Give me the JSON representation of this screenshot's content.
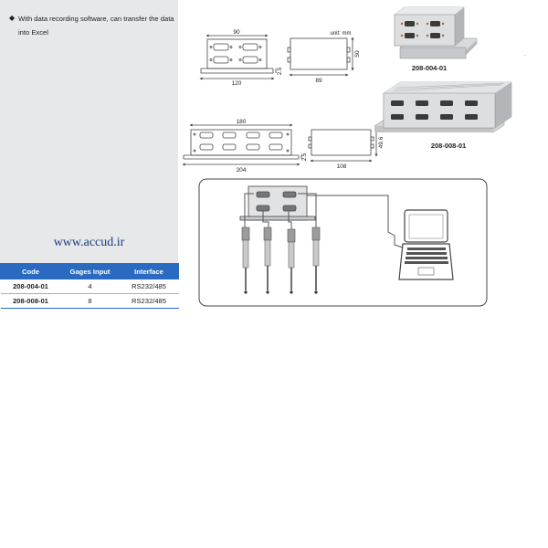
{
  "feature_text": "With data recording software, can transfer the data into Excel",
  "website": "www.accud.ir",
  "table": {
    "headers": [
      "Code",
      "Gages Input",
      "Interface"
    ],
    "rows": [
      {
        "code": "208-004-01",
        "gages": "4",
        "interface": "RS232/485"
      },
      {
        "code": "208-008-01",
        "gages": "8",
        "interface": "RS232/485"
      }
    ]
  },
  "drawings": {
    "unit_label": "unit: mm",
    "small_unit": {
      "width_top": "90",
      "width_bottom": "120",
      "side_height": "2.5",
      "depth": "89",
      "height": "50"
    },
    "large_unit": {
      "width_top": "180",
      "width_bottom": "204",
      "side_height": "2.5",
      "depth": "108",
      "height": "49.6"
    },
    "photo_labels": {
      "small": "208-004-01",
      "large": "208-008-01"
    }
  },
  "colors": {
    "panel_bg": "#e6e8ea",
    "table_header": "#2a6ac0",
    "website_text": "#1a3c80"
  }
}
